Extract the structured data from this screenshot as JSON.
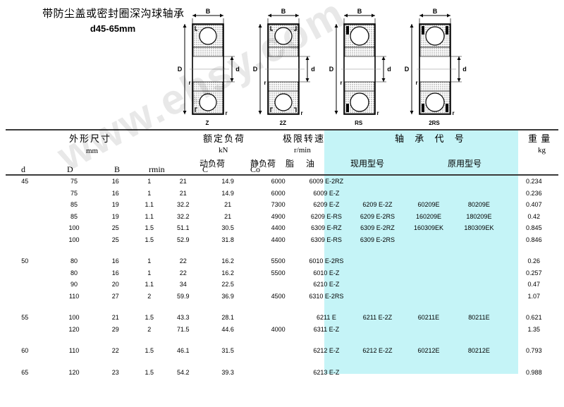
{
  "title": {
    "main": "带防尘盖或密封圈深沟球轴承",
    "sub": "d45-65mm"
  },
  "watermark": "www.ehsy.com",
  "diagrams": [
    {
      "label": "Z",
      "dim_B": "B",
      "dim_D": "D",
      "dim_d": "d",
      "dim_r": "r"
    },
    {
      "label": "2Z",
      "dim_B": "B",
      "dim_D": "D",
      "dim_d": "d",
      "dim_r": "r"
    },
    {
      "label": "RS",
      "dim_B": "B",
      "dim_D": "D",
      "dim_d": "d",
      "dim_r": "r"
    },
    {
      "label": "2RS",
      "dim_B": "B",
      "dim_D": "D",
      "dim_d": "d",
      "dim_r": "r"
    }
  ],
  "header": {
    "dimensions_group": "外形尺寸",
    "dimensions_unit": "mm",
    "load_group": "额定负荷",
    "load_unit": "kN",
    "speed_group": "极限转速",
    "speed_unit": "r/min",
    "designation_group": "轴 承 代 号",
    "weight_group": "重 量",
    "weight_unit": "kg",
    "dynamic_load": "动负荷",
    "static_load": "静负荷",
    "grease": "脂",
    "oil": "油",
    "current_type": "现用型号",
    "former_type": "原用型号",
    "col_d": "d",
    "col_D": "D",
    "col_B": "B",
    "col_rmin": "rmin",
    "col_C": "C",
    "col_Co": "Co"
  },
  "colors": {
    "highlight": "#c5f4f7",
    "rule": "#3a3a3a"
  },
  "chart_data": {
    "type": "table",
    "title": "带防尘盖或密封圈深沟球轴承 d45-65mm",
    "columns": [
      "d",
      "D",
      "B",
      "rmin",
      "C",
      "Co",
      "脂 油",
      "现用型号",
      "现用型号2",
      "原用型号",
      "原用型号2",
      "kg"
    ],
    "rows": [
      [
        "45",
        "75",
        "16",
        "1",
        "21",
        "14.9",
        "6000",
        "6009 E-2RZ",
        "",
        "",
        "",
        "0.234"
      ],
      [
        "",
        "75",
        "16",
        "1",
        "21",
        "14.9",
        "6000",
        "6009 E-Z",
        "",
        "",
        "",
        "0.236"
      ],
      [
        "",
        "85",
        "19",
        "1.1",
        "32.2",
        "21",
        "7300",
        "6209 E-Z",
        "6209 E-2Z",
        "60209E",
        "80209E",
        "0.407"
      ],
      [
        "",
        "85",
        "19",
        "1.1",
        "32.2",
        "21",
        "4900",
        "6209 E-RS",
        "6209 E-2RS",
        "160209E",
        "180209E",
        "0.42"
      ],
      [
        "",
        "100",
        "25",
        "1.5",
        "51.1",
        "30.5",
        "4400",
        "6309 E-RZ",
        "6309 E-2RZ",
        "160309EK",
        "180309EK",
        "0.845"
      ],
      [
        "",
        "100",
        "25",
        "1.5",
        "52.9",
        "31.8",
        "4400",
        "6309 E-RS",
        "6309 E-2RS",
        "",
        "",
        "0.846"
      ],
      [
        "SPACER"
      ],
      [
        "50",
        "80",
        "16",
        "1",
        "22",
        "16.2",
        "5500",
        "6010 E-2RS",
        "",
        "",
        "",
        "0.26"
      ],
      [
        "",
        "80",
        "16",
        "1",
        "22",
        "16.2",
        "5500",
        "6010 E-Z",
        "",
        "",
        "",
        "0.257"
      ],
      [
        "",
        "90",
        "20",
        "1.1",
        "34",
        "22.5",
        "",
        "6210 E-Z",
        "",
        "",
        "",
        "0.47"
      ],
      [
        "",
        "110",
        "27",
        "2",
        "59.9",
        "36.9",
        "4500",
        "6310 E-2RS",
        "",
        "",
        "",
        "1.07"
      ],
      [
        "SPACER"
      ],
      [
        "55",
        "100",
        "21",
        "1.5",
        "43.3",
        "28.1",
        "",
        "6211 E",
        "6211 E-2Z",
        "60211E",
        "80211E",
        "0.621"
      ],
      [
        "",
        "120",
        "29",
        "2",
        "71.5",
        "44.6",
        "4000",
        "6311 E-Z",
        "",
        "",
        "",
        "1.35"
      ],
      [
        "SPACER"
      ],
      [
        "60",
        "110",
        "22",
        "1.5",
        "46.1",
        "31.5",
        "",
        "6212 E-Z",
        "6212 E-2Z",
        "60212E",
        "80212E",
        "0.793"
      ],
      [
        "SPACER"
      ],
      [
        "65",
        "120",
        "23",
        "1.5",
        "54.2",
        "39.3",
        "",
        "6213 E-Z",
        "",
        "",
        "",
        "0.988"
      ]
    ]
  }
}
